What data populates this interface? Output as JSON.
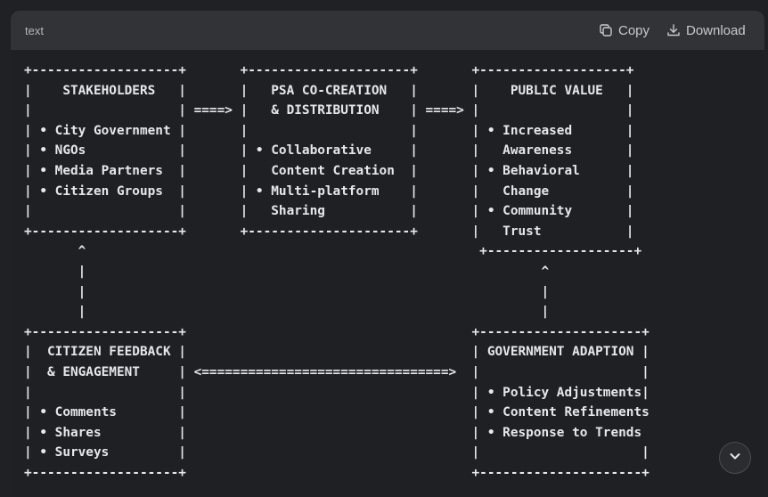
{
  "header": {
    "language": "text",
    "copy_label": "Copy",
    "download_label": "Download"
  },
  "code": {
    "lines": [
      "+-------------------+       +---------------------+       +-------------------+",
      "|    STAKEHOLDERS   |       |   PSA CO-CREATION   |       |    PUBLIC VALUE   |",
      "|                   | ====> |   & DISTRIBUTION    | ====> |                   |",
      "| • City Government |       |                     |       | • Increased       |",
      "| • NGOs            |       | • Collaborative     |       |   Awareness       |",
      "| • Media Partners  |       |   Content Creation  |       | • Behavioral      |",
      "| • Citizen Groups  |       | • Multi-platform    |       |   Change          |",
      "|                   |       |   Sharing           |       | • Community       |",
      "+-------------------+       +---------------------+       |   Trust           |",
      "       ^                                                   +-------------------+",
      "       |                                                           ^",
      "       |                                                           |",
      "       |                                                           |",
      "+-------------------+                                     +---------------------+",
      "|  CITIZEN FEEDBACK |                                     | GOVERNMENT ADAPTION |",
      "|  & ENGAGEMENT     | <================================>  |                     |",
      "|                   |                                     | • Policy Adjustments|",
      "| • Comments        |                                     | • Content Refinements",
      "| • Shares          |                                     | • Response to Trends",
      "| • Surveys         |                                     |                     |",
      "+-------------------+                                     +---------------------+"
    ]
  },
  "icons": {
    "copy": "copy-icon",
    "download": "download-icon",
    "scroll": "chevron-down-icon"
  }
}
